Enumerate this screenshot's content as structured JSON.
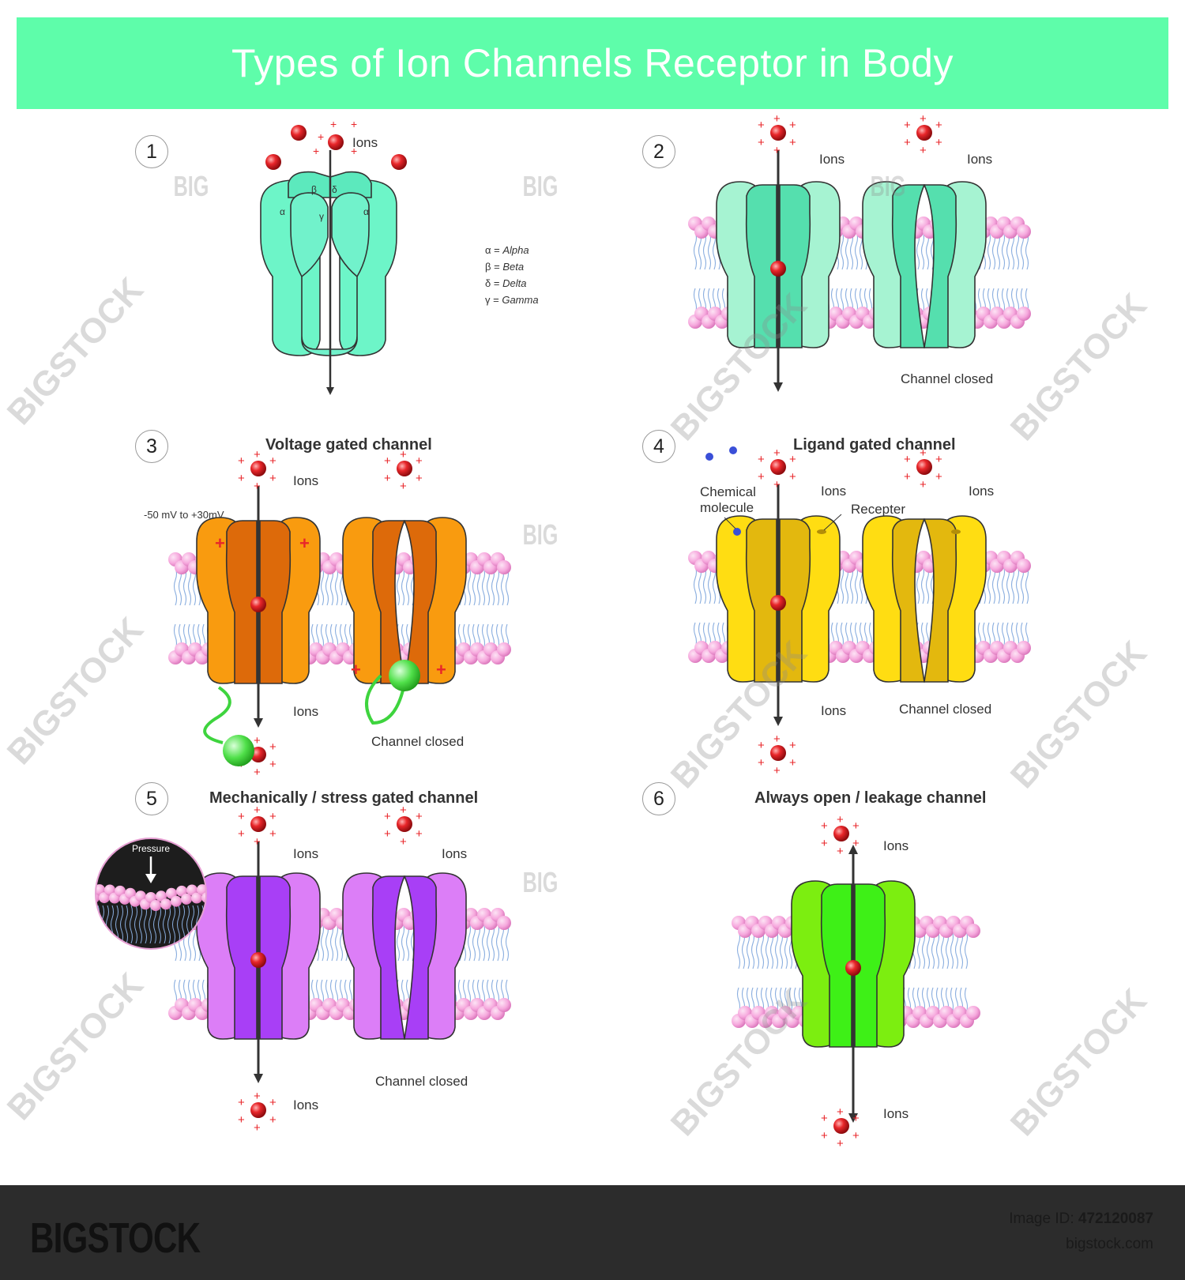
{
  "title": "Types of Ion Channels Receptor in Body",
  "ion_label": "Ions",
  "channel_closed": "Channel closed",
  "panels": {
    "p1": {
      "number": "1",
      "greek": {
        "alpha": "α",
        "beta": "β",
        "delta": "δ",
        "gamma": "γ"
      },
      "legend": [
        {
          "sym": "α",
          "name": "Alpha"
        },
        {
          "sym": "β",
          "name": "Beta"
        },
        {
          "sym": "δ",
          "name": "Delta"
        },
        {
          "sym": "γ",
          "name": "Gamma"
        }
      ]
    },
    "p2": {
      "number": "2"
    },
    "p3": {
      "number": "3",
      "title": "Voltage gated channel",
      "voltage": "-50 mV to +30mV"
    },
    "p4": {
      "number": "4",
      "title": "Ligand gated channel",
      "chemical_line1": "Chemical",
      "chemical_line2": "molecule",
      "receptor": "Recepter"
    },
    "p5": {
      "number": "5",
      "title": "Mechanically / stress gated channel",
      "pressure": "Pressure"
    },
    "p6": {
      "number": "6",
      "title": "Always open / leakage channel"
    }
  },
  "colors": {
    "header": "#5efdaa",
    "nicotinic": "#6df5c8",
    "mint_outer": "#a6f3d2",
    "mint_inner": "#55dfae",
    "orange_outer": "#f99b0f",
    "orange_inner": "#dd6a0a",
    "yellow_outer": "#ffdd12",
    "yellow_inner": "#e3b80e",
    "violet_outer": "#dc7ef7",
    "violet_inner": "#a83ff6",
    "green_outer": "#7cee10",
    "green_inner": "#3ef017",
    "lipid_head": "#f6a8dd",
    "lipid_tail": "#8aaedf",
    "ion": "#e8262a"
  },
  "watermark": {
    "brand": "BIGSTOCK",
    "short": "BIG"
  },
  "footer": {
    "logo": "BIGSTOCK",
    "image_id_label": "Image ID:",
    "image_id": "472120087",
    "site": "bigstock.com"
  }
}
